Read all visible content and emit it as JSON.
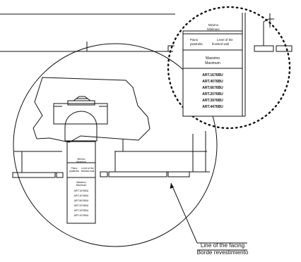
{
  "detail": {
    "minimum_it": "Minimo",
    "minimum_en": "Minimum",
    "plane_it": "Piano",
    "plane_it2": "piastrella",
    "wall_en": "Level of the",
    "wall_en2": "finished wall",
    "maximum_it": "Massimo",
    "maximum_en": "Maximum",
    "articles": [
      "ART.1676BU",
      "ART.4076BU",
      "ART.6676BU",
      "ART.2076BU",
      "ART.3976BU",
      "ART.4476BU"
    ]
  },
  "callout": {
    "line1": "Line of the facing",
    "line2": "Borde revestimiento"
  },
  "colors": {
    "ink": "#111111",
    "background": "#ffffff"
  }
}
